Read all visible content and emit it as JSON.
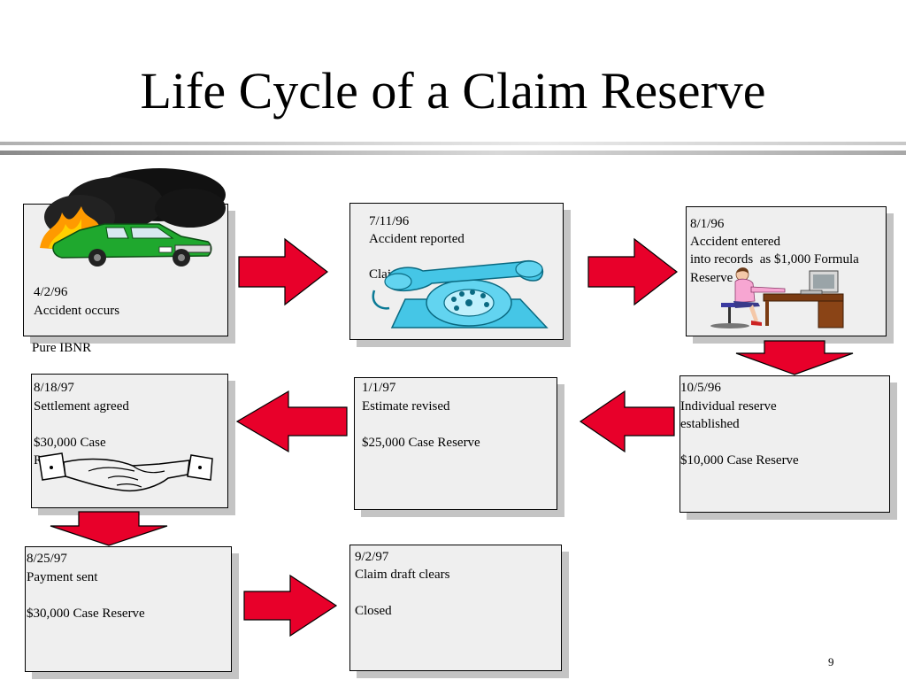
{
  "title": "Life Cycle of a Claim Reserve",
  "page_number": "9",
  "colors": {
    "arrow_fill": "#e8002a",
    "box_fill": "#efefef",
    "shadow": "#c4c4c4"
  },
  "steps": [
    {
      "date": "4/2/96",
      "line1": "Accident occurs",
      "extra": "Pure IBNR",
      "icon": "burning-car-icon"
    },
    {
      "date": "7/11/96",
      "line1": "Accident reported",
      "line3": "Clai",
      "icon": "telephone-icon"
    },
    {
      "date": "8/1/96",
      "line1": "Accident entered",
      "line2": "into records  as $1,000 Formula",
      "line3": "Reserve",
      "icon": "office-worker-icon"
    },
    {
      "date": "10/5/96",
      "line1": "Individual reserve",
      "line2": "established",
      "line4": "$10,000 Case Reserve"
    },
    {
      "date": "1/1/97",
      "line1": "Estimate revised",
      "line3": "$25,000 Case Reserve"
    },
    {
      "date": "8/18/97",
      "line1": "Settlement agreed",
      "line3": "$30,000 Case",
      "line4": "Re",
      "icon": "handshake-icon"
    },
    {
      "date": "8/25/97",
      "line1": "Payment sent",
      "line3": "$30,000 Case Reserve"
    },
    {
      "date": "9/2/97",
      "line1": "Claim draft clears",
      "line3": "Closed"
    }
  ]
}
